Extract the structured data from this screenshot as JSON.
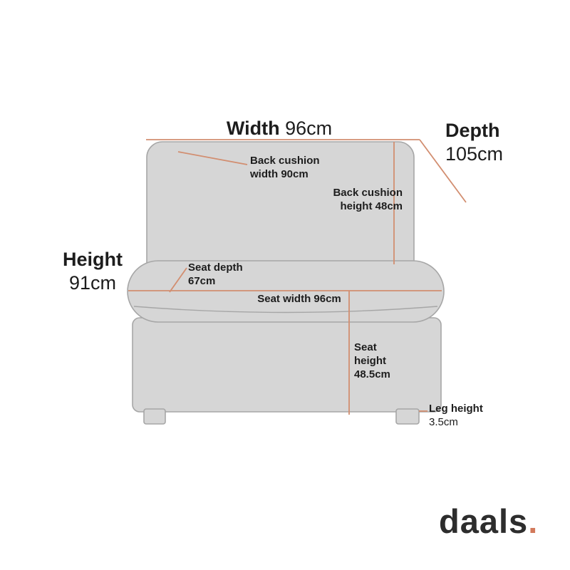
{
  "brand": {
    "name": "daals",
    "dot": "."
  },
  "diagram": {
    "width": {
      "label": "Width",
      "value": "96cm"
    },
    "depth": {
      "label": "Depth",
      "value": "105cm"
    },
    "height": {
      "label": "Height",
      "value": "91cm"
    },
    "back_cushion_width": {
      "line1": "Back cushion",
      "line2": "width 90cm"
    },
    "back_cushion_height": {
      "line1": "Back cushion",
      "line2": "height 48cm"
    },
    "seat_depth": {
      "line1": "Seat depth",
      "line2": "67cm"
    },
    "seat_width": {
      "text": "Seat width 96cm"
    },
    "seat_height": {
      "line1": "Seat",
      "line2": "height",
      "line3": "48.5cm"
    },
    "leg_height": {
      "label": "Leg height",
      "value": "3.5cm"
    }
  },
  "colors": {
    "background": "#ffffff",
    "sofa_fill": "#d6d6d6",
    "sofa_stroke": "#a6a6a6",
    "dimension_line": "#d28e70",
    "text": "#1d1d1d",
    "logo_text": "#2d2d2d",
    "logo_dot": "#d2795b"
  }
}
